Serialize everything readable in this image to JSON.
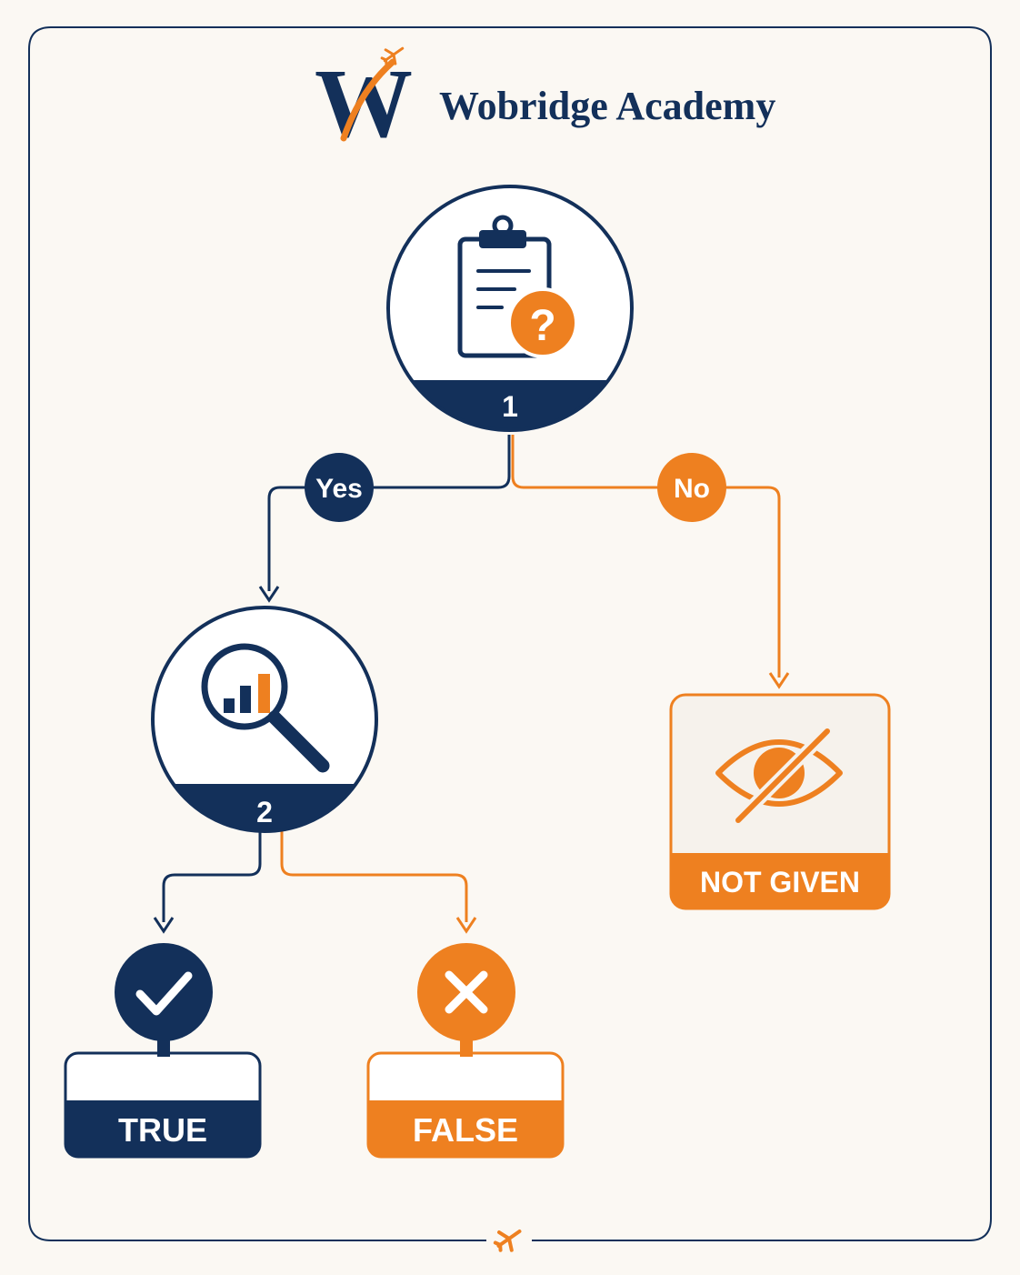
{
  "brand": {
    "name": "Wobridge Academy",
    "logo_letter": "W",
    "logo_icon": "airplane-icon"
  },
  "colors": {
    "navy": "#13305a",
    "orange": "#ee8020",
    "background": "#fbf8f3",
    "panel": "#f6f2ec",
    "white": "#ffffff"
  },
  "diagram": {
    "step1": {
      "number": "1",
      "icon": "clipboard-question-icon"
    },
    "step2": {
      "number": "2",
      "icon": "magnifier-chart-icon"
    },
    "branch_yes": "Yes",
    "branch_no": "No",
    "outcomes": {
      "true": {
        "label": "TRUE",
        "icon": "checkmark-icon"
      },
      "false": {
        "label": "FALSE",
        "icon": "x-icon"
      },
      "not_given": {
        "label": "NOT GIVEN",
        "icon": "eye-slash-icon"
      }
    }
  },
  "footer": {
    "icon": "airplane-icon"
  }
}
